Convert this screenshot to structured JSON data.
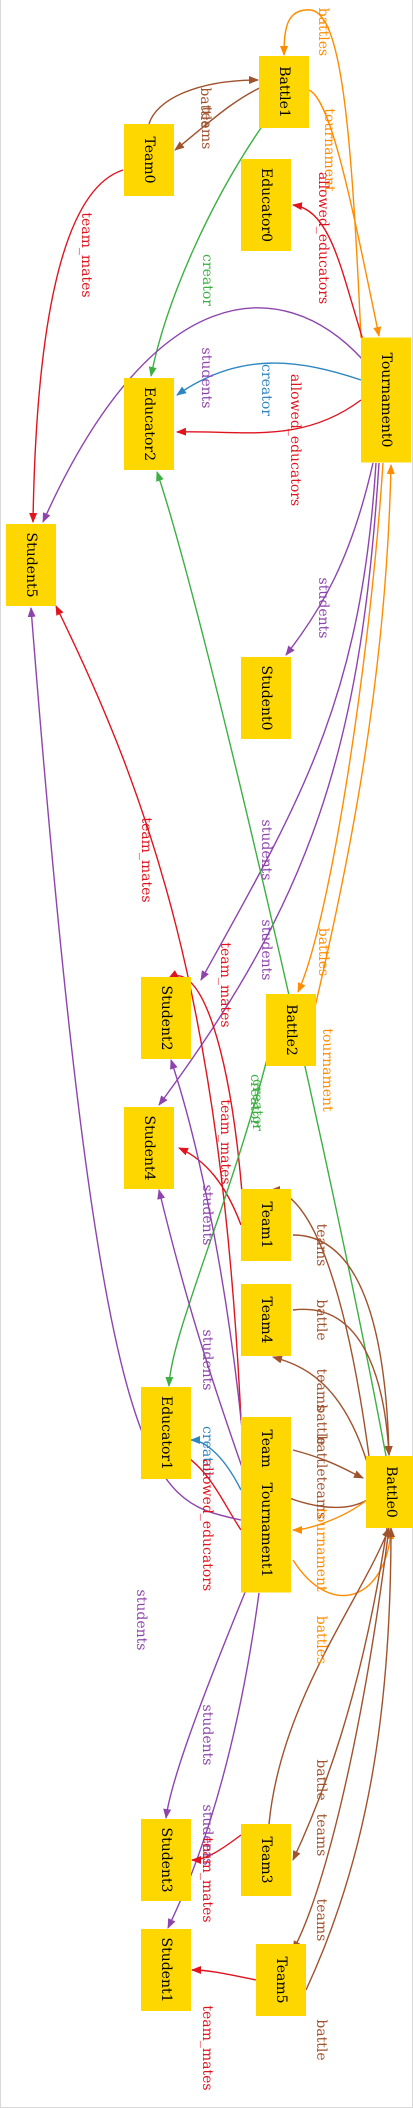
{
  "diagram": {
    "node_color": "#FFD700",
    "edge_colors": {
      "battles": "#FF8C00",
      "tournament": "#FF8C00",
      "battle": "#A0522D",
      "teams": "#A0522D",
      "team_mates": "#E0141E",
      "allowed_educators": "#E0141E",
      "creator_tournament": "#2E86C1",
      "creator_battle": "#3CB043",
      "students": "#8E44AD"
    },
    "nodes": [
      {
        "id": "Battle1",
        "label": "Battle1"
      },
      {
        "id": "Team0",
        "label": "Team0"
      },
      {
        "id": "Educator0",
        "label": "Educator0"
      },
      {
        "id": "Tournament0",
        "label": "Tournament0"
      },
      {
        "id": "Educator2",
        "label": "Educator2"
      },
      {
        "id": "Student5",
        "label": "Student5"
      },
      {
        "id": "Student0",
        "label": "Student0"
      },
      {
        "id": "Student2",
        "label": "Student2"
      },
      {
        "id": "Battle2",
        "label": "Battle2"
      },
      {
        "id": "Student4",
        "label": "Student4"
      },
      {
        "id": "Team1",
        "label": "Team1"
      },
      {
        "id": "Team4",
        "label": "Team4"
      },
      {
        "id": "Educator1",
        "label": "Educator1"
      },
      {
        "id": "Team2",
        "label": "Team2"
      },
      {
        "id": "Battle0",
        "label": "Battle0"
      },
      {
        "id": "Tournament1",
        "label": "Tournament1"
      },
      {
        "id": "Student3",
        "label": "Student3"
      },
      {
        "id": "Team3",
        "label": "Team3"
      },
      {
        "id": "Student1",
        "label": "Student1"
      },
      {
        "id": "Team5",
        "label": "Team5"
      }
    ],
    "edges": [
      {
        "from": "Tournament0",
        "to": "Battle1",
        "label": "battles",
        "kind": "battles"
      },
      {
        "from": "Battle1",
        "to": "Tournament0",
        "label": "tournament",
        "kind": "tournament"
      },
      {
        "from": "Battle1",
        "to": "Team0",
        "label": "teams",
        "kind": "teams"
      },
      {
        "from": "Team0",
        "to": "Battle1",
        "label": "battle",
        "kind": "battle"
      },
      {
        "from": "Team0",
        "to": "Student5",
        "label": "team_mates",
        "kind": "team_mates"
      },
      {
        "from": "Tournament0",
        "to": "Educator0",
        "label": "allowed_educators",
        "kind": "allowed_educators"
      },
      {
        "from": "Battle1",
        "to": "Educator2",
        "label": "creator",
        "kind": "creator_battle"
      },
      {
        "from": "Tournament0",
        "to": "Student5",
        "label": "students",
        "kind": "students"
      },
      {
        "from": "Tournament0",
        "to": "Educator2",
        "label": "creator",
        "kind": "creator_tournament"
      },
      {
        "from": "Tournament0",
        "to": "Educator2",
        "label": "allowed_educators",
        "kind": "allowed_educators"
      },
      {
        "from": "Tournament0",
        "to": "Student0",
        "label": "students",
        "kind": "students"
      },
      {
        "from": "Tournament0",
        "to": "Student2",
        "label": "students",
        "kind": "students"
      },
      {
        "from": "Tournament0",
        "to": "Student4",
        "label": "students",
        "kind": "students"
      },
      {
        "from": "Tournament0",
        "to": "Battle2",
        "label": "battles",
        "kind": "battles"
      },
      {
        "from": "Battle2",
        "to": "Tournament0",
        "label": "tournament",
        "kind": "tournament"
      },
      {
        "from": "Team2",
        "to": "Student5",
        "label": "team_mates",
        "kind": "team_mates"
      },
      {
        "from": "Team1",
        "to": "Student2",
        "label": "team_mates",
        "kind": "team_mates"
      },
      {
        "from": "Team1",
        "to": "Student4",
        "label": "team_mates",
        "kind": "team_mates"
      },
      {
        "from": "Battle0",
        "to": "Educator2",
        "label": "creator",
        "kind": "creator_battle"
      },
      {
        "from": "Battle2",
        "to": "Educator1",
        "label": "creator",
        "kind": "creator_battle"
      },
      {
        "from": "Battle0",
        "to": "Team1",
        "label": "teams",
        "kind": "teams"
      },
      {
        "from": "Team1",
        "to": "Battle0",
        "label": "battle",
        "kind": "battle"
      },
      {
        "from": "Team4",
        "to": "Battle0",
        "label": "battle",
        "kind": "battle"
      },
      {
        "from": "Battle0",
        "to": "Team4",
        "label": "teams",
        "kind": "teams"
      },
      {
        "from": "Team2",
        "to": "Battle0",
        "label": "battle",
        "kind": "battle"
      },
      {
        "from": "Battle0",
        "to": "Team2",
        "label": "teams",
        "kind": "teams"
      },
      {
        "from": "Tournament1",
        "to": "Student2",
        "label": "students",
        "kind": "students"
      },
      {
        "from": "Tournament1",
        "to": "Student4",
        "label": "students",
        "kind": "students"
      },
      {
        "from": "Tournament1",
        "to": "Educator1",
        "label": "creator",
        "kind": "creator_tournament"
      },
      {
        "from": "Tournament1",
        "to": "Educator1",
        "label": "allowed_educators",
        "kind": "allowed_educators"
      },
      {
        "from": "Battle0",
        "to": "Tournament1",
        "label": "tournament",
        "kind": "tournament"
      },
      {
        "from": "Tournament1",
        "to": "Battle0",
        "label": "battles",
        "kind": "battles"
      },
      {
        "from": "Tournament1",
        "to": "Student5",
        "label": "students",
        "kind": "students"
      },
      {
        "from": "Tournament1",
        "to": "Student3",
        "label": "students",
        "kind": "students"
      },
      {
        "from": "Tournament1",
        "to": "Student1",
        "label": "students",
        "kind": "students"
      },
      {
        "from": "Team3",
        "to": "Battle0",
        "label": "battle",
        "kind": "battle"
      },
      {
        "from": "Battle0",
        "to": "Team3",
        "label": "teams",
        "kind": "teams"
      },
      {
        "from": "Team3",
        "to": "Student3",
        "label": "team_mates",
        "kind": "team_mates"
      },
      {
        "from": "Battle0",
        "to": "Team5",
        "label": "teams",
        "kind": "teams"
      },
      {
        "from": "Team5",
        "to": "Battle0",
        "label": "battle",
        "kind": "battle"
      },
      {
        "from": "Team5",
        "to": "Student1",
        "label": "team_mates",
        "kind": "team_mates"
      }
    ]
  }
}
